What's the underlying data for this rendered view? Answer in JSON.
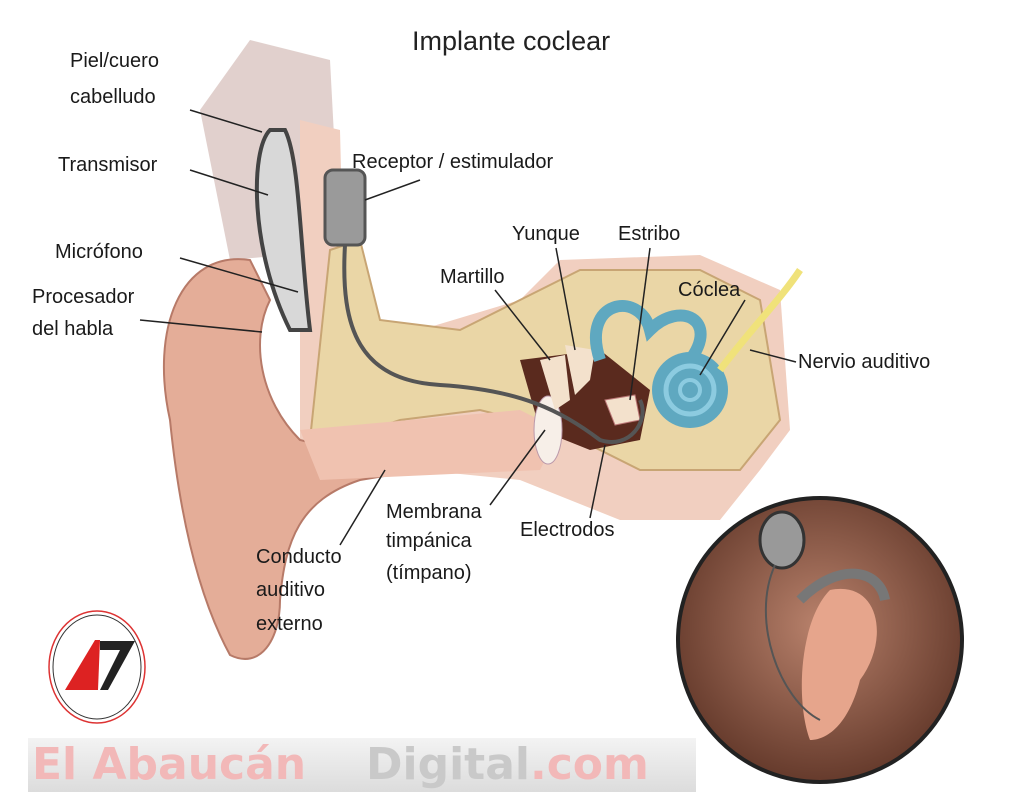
{
  "title": "Implante coclear",
  "labels": {
    "skin_1": "Piel/cuero",
    "skin_2": "cabelludo",
    "transmitter": "Transmisor",
    "receiver": "Receptor / estimulador",
    "incus": "Yunque",
    "stapes": "Estribo",
    "malleus": "Martillo",
    "cochlea": "Cóclea",
    "microphone": "Micrófono",
    "processor_1": "Procesador",
    "processor_2": "del habla",
    "auditory_nerve": "Nervio auditivo",
    "membrane_1": "Membrana",
    "membrane_2": "timpánica",
    "membrane_3": "(tímpano)",
    "electrodes": "Electrodos",
    "canal_1": "Conducto",
    "canal_2": "auditivo",
    "canal_3": "externo"
  },
  "logo": {
    "text": "A7"
  },
  "watermark": {
    "part1": "El Abaucán",
    "part2": "Digital",
    "part3": ".com"
  },
  "colors": {
    "skin": "#e9b9a6",
    "bone": "#e8cf9e",
    "cochlea": "#5fa8c0",
    "nerve": "#f0e27a",
    "device": "#8a8a8a",
    "inset_bg": "#7a4a3a"
  }
}
